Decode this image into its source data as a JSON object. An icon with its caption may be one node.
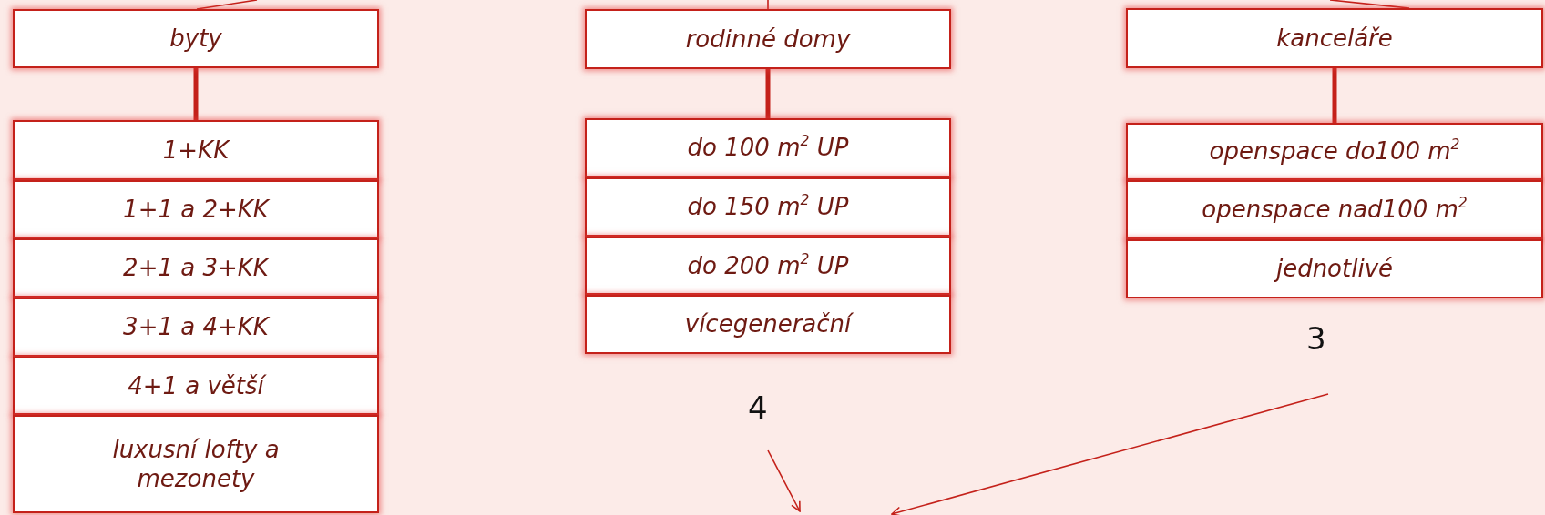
{
  "diagram": {
    "nodes": [
      {
        "text": [
          "byty"
        ]
      },
      {
        "text": [
          "1+KK"
        ]
      },
      {
        "text": [
          "1+1 a 2+KK"
        ]
      },
      {
        "text": [
          "2+1 a 3+KK"
        ]
      },
      {
        "text": [
          "3+1 a 4+KK"
        ]
      },
      {
        "text": [
          "4+1 a větší"
        ]
      },
      {
        "text": [
          "luxusní lofty a mezonety"
        ]
      },
      {
        "text": [
          "rodinné domy"
        ]
      },
      {
        "text": [
          "do 100 m$^{2}$ UP"
        ]
      },
      {
        "text": [
          "do 150 m$^{2}$ UP"
        ]
      },
      {
        "text": [
          "do 200 m$^{2}$ UP"
        ]
      },
      {
        "text": [
          "vícegenerační"
        ]
      },
      {
        "text": [
          "kanceláře"
        ]
      },
      {
        "text": [
          "openspace do100 m$^{2}$"
        ]
      },
      {
        "text": [
          "openspace nad100 m$^{2}$"
        ]
      },
      {
        "text": [
          "jednotlivé"
        ]
      },
      {
        "text": [
          "4"
        ]
      },
      {
        "text": [
          "3"
        ]
      }
    ],
    "edges": [
      {
        "from": 0,
        "to": null,
        "arrow": "none"
      },
      {
        "from": 7,
        "to": null,
        "arrow": "none"
      },
      {
        "from": 12,
        "to": null,
        "arrow": "none"
      },
      {
        "from": 0,
        "to": 1,
        "arrow": "none",
        "style": "thick"
      },
      {
        "from": 7,
        "to": 8,
        "arrow": "none",
        "style": "thick"
      },
      {
        "from": 12,
        "to": 13,
        "arrow": "none",
        "style": "thick"
      },
      {
        "from": 16,
        "to": null,
        "arrow": "to"
      },
      {
        "from": 17,
        "to": null,
        "arrow": "to"
      }
    ]
  }
}
